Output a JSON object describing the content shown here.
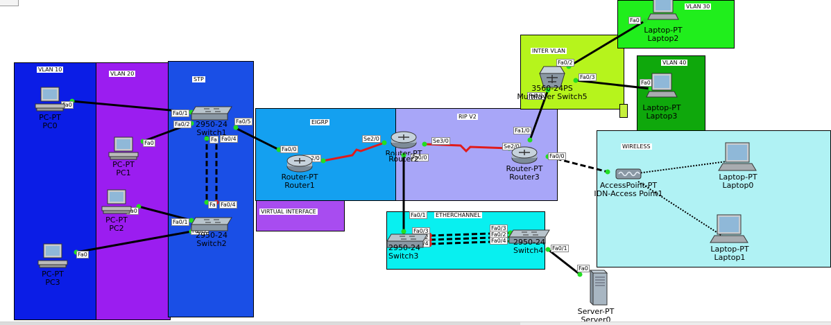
{
  "colors": {
    "vlan10": "#0b1de6",
    "vlan20": "#9b1df0",
    "stp": "#1a4fe6",
    "eigrp": "#14a0f0",
    "rip": "#a8a6f8",
    "virtual": "#a84cf0",
    "etherchannel": "#08f0f0",
    "inter_vlan": "#b6f41c",
    "vlan30": "#20ee1c",
    "vlan40": "#0fa80c",
    "wireless": "#b0f2f4",
    "link": "#000000",
    "serial": "#e01b1b",
    "port_up": "#22dd22"
  },
  "areas": {
    "vlan10": "VLAN 10",
    "vlan20": "VLAN 20",
    "stp": "STP",
    "eigrp": "EIGRP",
    "rip": "RIP V2",
    "virtual": "VIRTUAL INTERFACE",
    "etherchannel": "ETHERCHANNEL",
    "inter_vlan": "INTER VLAN",
    "vlan30": "VLAN 30",
    "vlan40": "VLAN 40",
    "wireless": "WIRELESS"
  },
  "devices": {
    "pc0": {
      "type": "PC-PT",
      "name": "PC0",
      "icon": "pc-icon"
    },
    "pc1": {
      "type": "PC-PT",
      "name": "PC1",
      "icon": "pc-icon"
    },
    "pc2": {
      "type": "PC-PT",
      "name": "PC2",
      "icon": "pc-icon"
    },
    "pc3": {
      "type": "PC-PT",
      "name": "PC3",
      "icon": "pc-icon"
    },
    "switch1": {
      "type": "2950-24",
      "name": "Switch1",
      "icon": "switch-icon"
    },
    "switch2": {
      "type": "2950-24",
      "name": "Switch2",
      "icon": "switch-icon"
    },
    "switch3": {
      "type": "2950-24",
      "name": "Switch3",
      "icon": "switch-icon"
    },
    "switch4": {
      "type": "2950-24",
      "name": "Switch4",
      "icon": "switch-icon"
    },
    "router1": {
      "type": "Router-PT",
      "name": "Router1",
      "icon": "router-icon"
    },
    "router2": {
      "type": "Router-PT",
      "name": "Router2",
      "icon": "router-icon"
    },
    "router3": {
      "type": "Router-PT",
      "name": "Router3",
      "icon": "router-icon"
    },
    "mls5": {
      "type": "3560-24PS",
      "name": "Multilayer Switch5",
      "icon": "multilayer-switch-icon"
    },
    "laptop0": {
      "type": "Laptop-PT",
      "name": "Laptop0",
      "icon": "laptop-icon"
    },
    "laptop1": {
      "type": "Laptop-PT",
      "name": "Laptop1",
      "icon": "laptop-icon"
    },
    "laptop2": {
      "type": "Laptop-PT",
      "name": "Laptop2",
      "icon": "laptop-icon"
    },
    "laptop3": {
      "type": "Laptop-PT",
      "name": "Laptop3",
      "icon": "laptop-icon"
    },
    "ap1": {
      "type": "AccessPoint-PT",
      "name": "IDN-Access Point1",
      "icon": "access-point-icon"
    },
    "server0": {
      "type": "Server-PT",
      "name": "Server0",
      "icon": "server-icon"
    }
  },
  "ports": {
    "pc0_fa0": "Fa0",
    "pc1_fa0": "Fa0",
    "pc2_fa0": "Fa0",
    "pc3_fa0": "Fa0",
    "sw1_fa01": "Fa0/1",
    "sw1_fa02": "Fa0/2",
    "sw1_fa03": "Fa",
    "sw1_fa04": "Fa0/4",
    "sw1_fa05": "Fa0/5",
    "sw2_fa03": "Fa",
    "sw2_fa04": "Fa0/4",
    "sw2_fa01": "Fa0/1",
    "sw2_fa02": "Fa0/2",
    "r1_fa00": "Fa0/0",
    "r1_se20": "Se2/0",
    "r2_se20": "Se2/0",
    "r2_se30": "Se3/0",
    "r2_fa00": "Fa0/0",
    "r2_fa01": "Fa0/1",
    "r3_se20": "Se2/0",
    "r3_fa10": "Fa1/0",
    "r3_fa00": "Fa0/0",
    "mls_fa01": "Fa0/1",
    "mls_fa02": "Fa0/2",
    "mls_fa03": "Fa0/3",
    "lap2_fa0": "Fa0",
    "lap3_fa0": "Fa0",
    "sw3_fa03": "Fa0/3",
    "sw3_fa02": "Fa0/2",
    "sw3_fa04": "Fa0/4",
    "sw4_fa03": "Fa0/3",
    "sw4_fa02": "Fa0/2",
    "sw4_fa04": "Fa0/4",
    "sw4_fa01": "Fa0/1",
    "srv_fa0": "Fa0"
  }
}
